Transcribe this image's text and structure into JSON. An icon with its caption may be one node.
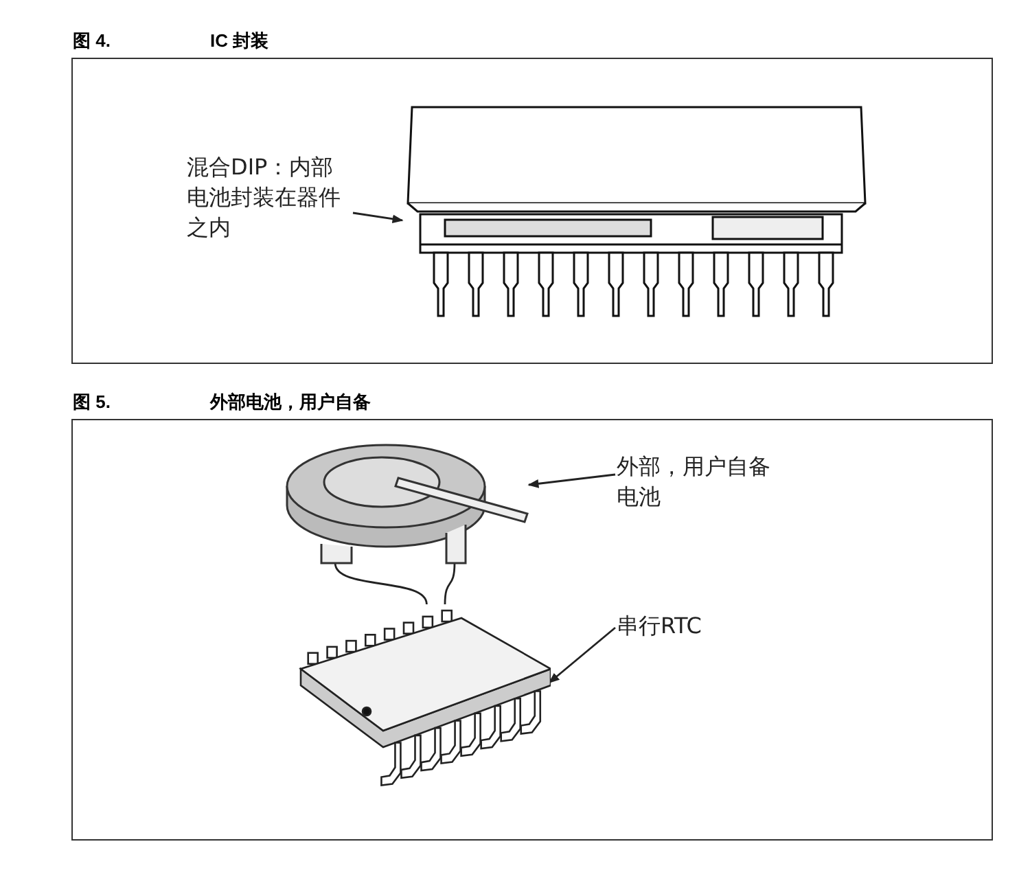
{
  "diagram": {
    "nodes": [
      {
        "text": [
          "图 4.",
          "IC 封装"
        ]
      },
      {
        "text": [
          "混合DIP：内部电池封装在器件之内"
        ],
        "in": 0
      },
      {
        "text": [],
        "shape": "picture",
        "in": 0
      },
      {
        "text": [
          "图 5.",
          "外部电池，用户自备"
        ]
      },
      {
        "text": [],
        "shape": "picture",
        "in": 3
      },
      {
        "text": [],
        "shape": "picture",
        "in": 3
      },
      {
        "text": [
          "外部，用户自备电池"
        ],
        "in": 3
      },
      {
        "text": [
          "串行RTC"
        ],
        "in": 3
      }
    ],
    "edges": [
      {
        "from": 1,
        "to": 2,
        "arrow": "to"
      },
      {
        "from": 6,
        "to": 4,
        "arrow": "to"
      },
      {
        "from": 7,
        "to": 5,
        "arrow": "to"
      },
      {
        "from": 4,
        "to": 5,
        "arrow": "none"
      },
      {
        "from": 4,
        "to": 5,
        "arrow": "none"
      }
    ]
  }
}
